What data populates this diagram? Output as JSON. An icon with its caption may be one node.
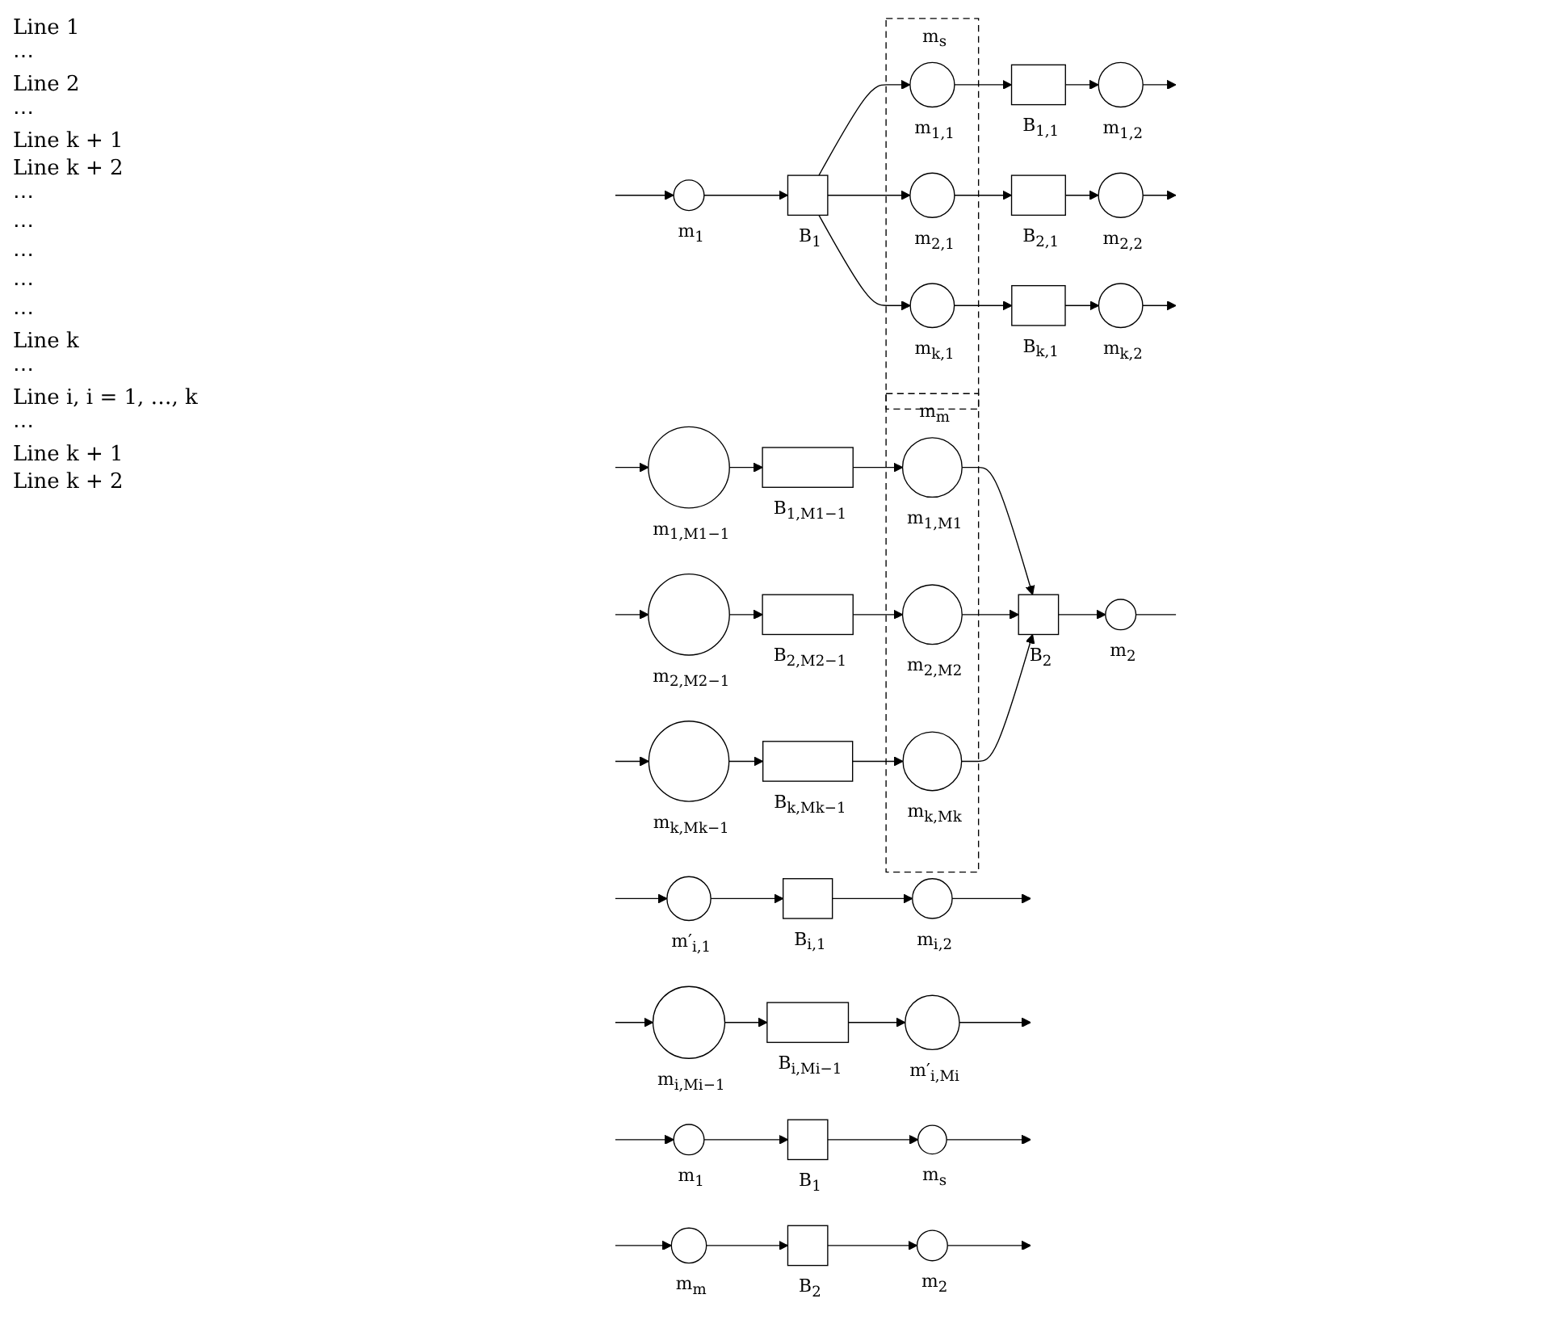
{
  "diagram": {
    "nodes": [
      {
        "text": [],
        "shape": "circle",
        "beside": [
          "m$_{1}$"
        ]
      },
      {
        "text": [],
        "shape": "box",
        "beside": [
          "B$_{1}$"
        ]
      },
      {
        "text": [
          "m$_{s}$"
        ]
      },
      {
        "text": [],
        "shape": "circle",
        "beside": [
          "m$_{1,1}$"
        ],
        "in": 2
      },
      {
        "text": [],
        "shape": "circle",
        "beside": [
          "m$_{2,1}$"
        ],
        "in": 2
      },
      {
        "text": [],
        "shape": "circle",
        "beside": [
          "m$_{k,1}$"
        ],
        "in": 2
      },
      {
        "text": [
          "m$_{m}$"
        ]
      },
      {
        "text": [],
        "shape": "circle",
        "beside": [
          "m$_{1,M1}$"
        ],
        "in": 6
      },
      {
        "text": [],
        "shape": "circle",
        "beside": [
          "m$_{2,M2}$"
        ],
        "in": 6
      },
      {
        "text": [],
        "shape": "circle",
        "beside": [
          "m$_{k,Mk}$"
        ],
        "in": 6
      },
      {
        "text": [],
        "shape": "box",
        "beside": [
          "B$_{1,1}$"
        ]
      },
      {
        "text": [],
        "shape": "circle",
        "beside": [
          "m$_{1,2}$"
        ]
      },
      {
        "text": [],
        "shape": "circle",
        "beside": [
          "m$_{1,M1−1}$"
        ]
      },
      {
        "text": [],
        "shape": "box",
        "beside": [
          "B$_{1,M1−1}$"
        ]
      },
      {
        "text": [],
        "shape": "box",
        "beside": [
          "B$_{2,1}$"
        ]
      },
      {
        "text": [],
        "shape": "circle",
        "beside": [
          "m$_{2,2}$"
        ]
      },
      {
        "text": [],
        "shape": "circle",
        "beside": [
          "m$_{2,M2−1}$"
        ]
      },
      {
        "text": [],
        "shape": "box",
        "beside": [
          "B$_{2,M2−1}$"
        ]
      },
      {
        "text": [],
        "shape": "box",
        "beside": [
          "B$_{k,1}$"
        ]
      },
      {
        "text": [],
        "shape": "circle",
        "beside": [
          "m$_{k,2}$"
        ]
      },
      {
        "text": [],
        "shape": "circle",
        "beside": [
          "m$_{k,Mk−1}$"
        ]
      },
      {
        "text": [],
        "shape": "box",
        "beside": [
          "B$_{k,Mk−1}$"
        ]
      },
      {
        "text": [],
        "shape": "box",
        "beside": [
          "B$_{2}$"
        ]
      },
      {
        "text": [],
        "shape": "circle",
        "beside": [
          "m$_{2}$"
        ]
      },
      {
        "text": [],
        "shape": "circle",
        "beside": [
          "m′$_{i,1}$"
        ]
      },
      {
        "text": [],
        "shape": "box",
        "beside": [
          "B$_{i,1}$"
        ]
      },
      {
        "text": [],
        "shape": "circle",
        "beside": [
          "m$_{i,2}$"
        ]
      },
      {
        "text": [],
        "shape": "circle",
        "beside": [
          "m$_{i,Mi−1}$"
        ]
      },
      {
        "text": [],
        "shape": "box",
        "beside": [
          "B$_{i,Mi−1}$"
        ]
      },
      {
        "text": [],
        "shape": "circle",
        "beside": [
          "m′$_{i,Mi}$"
        ]
      },
      {
        "text": [],
        "shape": "circle",
        "beside": [
          "m$_{1}$"
        ]
      },
      {
        "text": [],
        "shape": "box",
        "beside": [
          "B$_{1}$"
        ]
      },
      {
        "text": [],
        "shape": "circle",
        "beside": [
          "m$_{s}$"
        ]
      },
      {
        "text": [],
        "shape": "circle",
        "beside": [
          "m$_{m}$"
        ]
      },
      {
        "text": [],
        "shape": "box",
        "beside": [
          "B$_{2}$"
        ]
      },
      {
        "text": [],
        "shape": "circle",
        "beside": [
          "m$_{2}$"
        ]
      }
    ],
    "edges": [
      {
        "from": null,
        "to": 0,
        "arrow": "to"
      },
      {
        "from": 0,
        "to": 1,
        "arrow": "to"
      },
      {
        "from": 1,
        "to": 3,
        "arrow": "to"
      },
      {
        "from": 1,
        "to": 4,
        "arrow": "to"
      },
      {
        "from": 1,
        "to": 5,
        "arrow": "to"
      },
      {
        "from": 3,
        "to": 10,
        "arrow": "to"
      },
      {
        "from": 10,
        "to": 11,
        "arrow": "to"
      },
      {
        "from": 11,
        "to": null,
        "arrow": "to"
      },
      {
        "from": null,
        "to": 12,
        "arrow": "to"
      },
      {
        "from": 12,
        "to": 13,
        "arrow": "to"
      },
      {
        "from": 13,
        "to": 7,
        "arrow": "to"
      },
      {
        "from": 4,
        "to": 14,
        "arrow": "to"
      },
      {
        "from": 14,
        "to": 15,
        "arrow": "to"
      },
      {
        "from": 15,
        "to": null,
        "arrow": "to"
      },
      {
        "from": null,
        "to": 16,
        "arrow": "to"
      },
      {
        "from": 16,
        "to": 17,
        "arrow": "to"
      },
      {
        "from": 17,
        "to": 8,
        "arrow": "to"
      },
      {
        "from": 5,
        "to": 18,
        "arrow": "to"
      },
      {
        "from": 18,
        "to": 19,
        "arrow": "to"
      },
      {
        "from": 19,
        "to": null,
        "arrow": "to"
      },
      {
        "from": null,
        "to": 20,
        "arrow": "to"
      },
      {
        "from": 20,
        "to": 21,
        "arrow": "to"
      },
      {
        "from": 21,
        "to": 9,
        "arrow": "to"
      },
      {
        "from": 7,
        "to": 22,
        "arrow": "to"
      },
      {
        "from": 8,
        "to": 22,
        "arrow": "to"
      },
      {
        "from": 9,
        "to": 22,
        "arrow": "to"
      },
      {
        "from": 22,
        "to": 23,
        "arrow": "to"
      },
      {
        "from": 23,
        "to": null,
        "arrow": "none"
      },
      {
        "from": null,
        "to": 24,
        "arrow": "to"
      },
      {
        "from": 24,
        "to": 25,
        "arrow": "to"
      },
      {
        "from": 25,
        "to": 26,
        "arrow": "to"
      },
      {
        "from": 26,
        "to": null,
        "arrow": "to"
      },
      {
        "from": null,
        "to": 27,
        "arrow": "to"
      },
      {
        "from": 27,
        "to": 28,
        "arrow": "to"
      },
      {
        "from": 28,
        "to": 29,
        "arrow": "to"
      },
      {
        "from": 29,
        "to": null,
        "arrow": "to"
      },
      {
        "from": null,
        "to": 30,
        "arrow": "to"
      },
      {
        "from": 30,
        "to": 31,
        "arrow": "to"
      },
      {
        "from": 31,
        "to": 32,
        "arrow": "to"
      },
      {
        "from": 32,
        "to": null,
        "arrow": "to"
      },
      {
        "from": null,
        "to": 33,
        "arrow": "to"
      },
      {
        "from": 33,
        "to": 34,
        "arrow": "to"
      },
      {
        "from": 34,
        "to": 35,
        "arrow": "to"
      },
      {
        "from": 35,
        "to": null,
        "arrow": "to"
      }
    ],
    "labels": [
      "Line 1",
      "⋯",
      "Line 2",
      "⋯",
      "Line k + 1",
      "Line k + 2",
      "⋯",
      "⋯",
      "⋯",
      "⋯",
      "⋯",
      "Line k",
      "⋯",
      "Line i, i = 1, …, k",
      "⋯",
      "Line k + 1",
      "Line k + 2"
    ]
  }
}
